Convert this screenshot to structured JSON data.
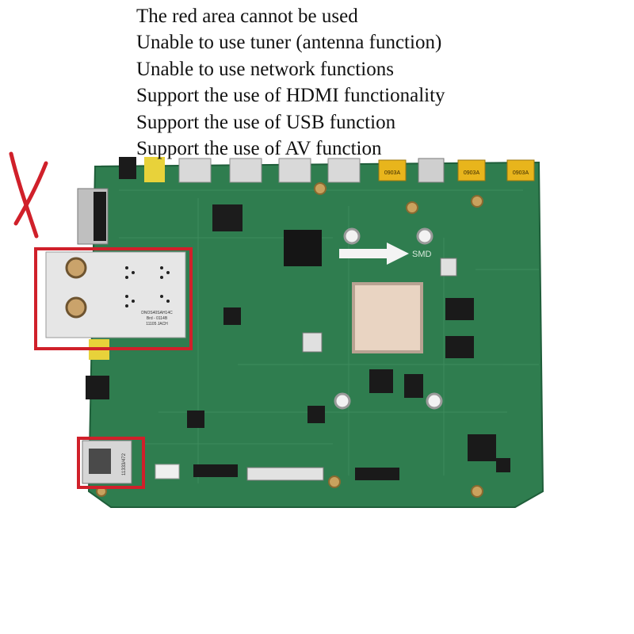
{
  "notes": [
    "The red area cannot be used",
    "Unable to use tuner (antenna function)",
    "Unable to use network functions",
    "Support the use of HDMI functionality",
    "Support the use of USB function",
    "Support the use of AV function"
  ],
  "board": {
    "usb_labels": [
      "0903A",
      "0903A",
      "0903A"
    ],
    "smd_label": "SMD",
    "tuner_label_lines": [
      "DNOS40SAH14C",
      "Brd - 0114B",
      "11105 JACH"
    ],
    "lan_label": "11333/472"
  },
  "colors": {
    "pcb_green": "#2f7d4f",
    "pcb_dark": "#1f5e3a",
    "highlight_red": "#d0202a",
    "connector_silver": "#d9d9d9",
    "usb_yellow": "#e8b51c"
  },
  "icons": {
    "unusable_mark": "cross-mark-icon"
  }
}
